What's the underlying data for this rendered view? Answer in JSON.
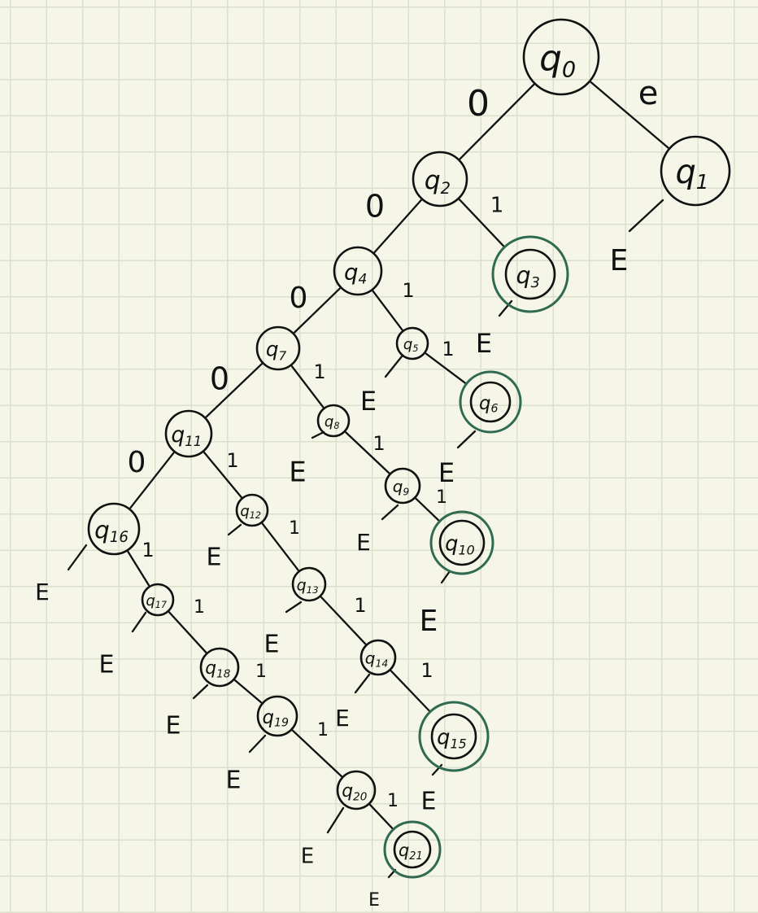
{
  "states": [
    {
      "id": "q0",
      "base": "q",
      "sub": "0"
    },
    {
      "id": "q1",
      "base": "q",
      "sub": "1"
    },
    {
      "id": "q2",
      "base": "q",
      "sub": "2"
    },
    {
      "id": "q3",
      "base": "q",
      "sub": "3",
      "accepting": true
    },
    {
      "id": "q4",
      "base": "q",
      "sub": "4"
    },
    {
      "id": "q5",
      "base": "q",
      "sub": "5"
    },
    {
      "id": "q6",
      "base": "q",
      "sub": "6",
      "accepting": true
    },
    {
      "id": "q7",
      "base": "q",
      "sub": "7"
    },
    {
      "id": "q8",
      "base": "q",
      "sub": "8"
    },
    {
      "id": "q9",
      "base": "q",
      "sub": "9"
    },
    {
      "id": "q10",
      "base": "q",
      "sub": "10",
      "accepting": true
    },
    {
      "id": "q11",
      "base": "q",
      "sub": "11"
    },
    {
      "id": "q12",
      "base": "q",
      "sub": "12"
    },
    {
      "id": "q13",
      "base": "q",
      "sub": "13"
    },
    {
      "id": "q14",
      "base": "q",
      "sub": "14"
    },
    {
      "id": "q15",
      "base": "q",
      "sub": "15",
      "accepting": true
    },
    {
      "id": "q16",
      "base": "q",
      "sub": "16"
    },
    {
      "id": "q17",
      "base": "q",
      "sub": "17"
    },
    {
      "id": "q18",
      "base": "q",
      "sub": "18"
    },
    {
      "id": "q19",
      "base": "q",
      "sub": "19"
    },
    {
      "id": "q20",
      "base": "q",
      "sub": "20"
    },
    {
      "id": "q21",
      "base": "q",
      "sub": "21",
      "accepting": true
    }
  ],
  "transitions": [
    {
      "from": "q0",
      "to": "q2",
      "label": "0"
    },
    {
      "from": "q0",
      "to": "q1",
      "label": "e"
    },
    {
      "from": "q2",
      "to": "q4",
      "label": "0"
    },
    {
      "from": "q2",
      "to": "q3",
      "label": "1"
    },
    {
      "from": "q4",
      "to": "q7",
      "label": "0"
    },
    {
      "from": "q4",
      "to": "q5",
      "label": "1"
    },
    {
      "from": "q5",
      "to": "q6",
      "label": "1"
    },
    {
      "from": "q7",
      "to": "q11",
      "label": "0"
    },
    {
      "from": "q7",
      "to": "q8",
      "label": "1"
    },
    {
      "from": "q8",
      "to": "q9",
      "label": "1"
    },
    {
      "from": "q9",
      "to": "q10",
      "label": "1"
    },
    {
      "from": "q11",
      "to": "q16",
      "label": "0"
    },
    {
      "from": "q11",
      "to": "q12",
      "label": "1"
    },
    {
      "from": "q12",
      "to": "q13",
      "label": "1"
    },
    {
      "from": "q13",
      "to": "q14",
      "label": "1"
    },
    {
      "from": "q14",
      "to": "q15",
      "label": "1"
    },
    {
      "from": "q16",
      "to": "q17",
      "label": "1"
    },
    {
      "from": "q17",
      "to": "q18",
      "label": "1"
    },
    {
      "from": "q18",
      "to": "q19",
      "label": "1"
    },
    {
      "from": "q19",
      "to": "q20",
      "label": "1"
    },
    {
      "from": "q20",
      "to": "q21",
      "label": "1"
    }
  ],
  "error_transitions": [
    {
      "from": "q1",
      "label": "E"
    },
    {
      "from": "q3",
      "label": "E"
    },
    {
      "from": "q5",
      "label": "E"
    },
    {
      "from": "q6",
      "label": "E"
    },
    {
      "from": "q8",
      "label": "E"
    },
    {
      "from": "q9",
      "label": "E"
    },
    {
      "from": "q10",
      "label": "E"
    },
    {
      "from": "q12",
      "label": "E"
    },
    {
      "from": "q13",
      "label": "E"
    },
    {
      "from": "q14",
      "label": "E"
    },
    {
      "from": "q15",
      "label": "E"
    },
    {
      "from": "q16",
      "label": "E"
    },
    {
      "from": "q17",
      "label": "E"
    },
    {
      "from": "q18",
      "label": "E"
    },
    {
      "from": "q19",
      "label": "E"
    },
    {
      "from": "q20",
      "label": "E"
    },
    {
      "from": "q21",
      "label": "E"
    }
  ],
  "colors": {
    "ink": "#111111",
    "accepting_ring": "#2f6b50",
    "paper": "#f5f5e8",
    "grid": "#dcdfcc"
  }
}
